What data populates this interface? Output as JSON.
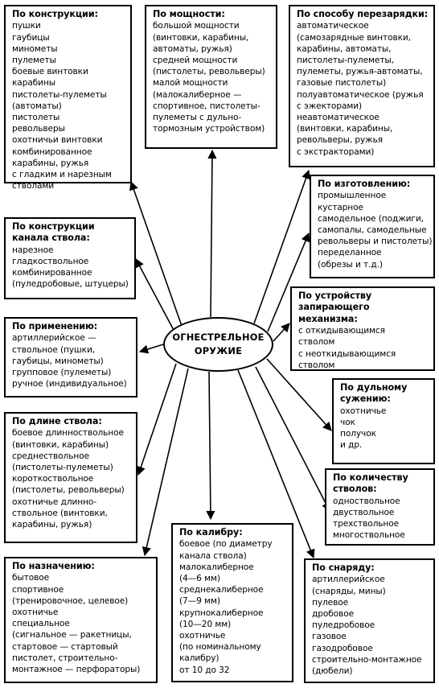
{
  "center": {
    "line1": "ОГНЕСТРЕЛЬНОЕ",
    "line2": "ОРУЖИЕ"
  },
  "boxes": {
    "construction": {
      "title": "По конструкции:",
      "items": [
        "пушки",
        "гаубицы",
        "минометы",
        "пулеметы",
        "боевые винтовки",
        "карабины",
        "пистолеты-пулеметы",
        "(автоматы)",
        "пистолеты",
        "револьверы",
        "охотничьи винтовки",
        "комбинированное",
        "карабины, ружья",
        "с гладким и нарезным",
        "стволами"
      ]
    },
    "power": {
      "title": "По мощности:",
      "items": [
        "большой мощности",
        "(винтовки, карабины,",
        "автоматы, ружья)",
        "средней мощности",
        "(пистолеты, револьверы)",
        "малой мощности",
        "(малокалиберное —",
        "спортивное, пистолеты-",
        "пулеметы с дульно-",
        "тормозным устройством)"
      ]
    },
    "reloading": {
      "title": "По способу перезарядки:",
      "items": [
        "автоматическое",
        "(самозарядные винтовки,",
        "карабины, автоматы,",
        "пистолеты-пулеметы,",
        "пулеметы, ружья-автоматы,",
        "газовые пистолеты)",
        "полуавтоматическое (ружья",
        "с эжекторами)",
        "неавтоматическое",
        "(винтовки, карабины,",
        "револьверы, ружья",
        "с экстракторами)"
      ]
    },
    "manufacture": {
      "title": "По изготовлению:",
      "items": [
        "промышленное",
        "кустарное",
        "самодельное (поджиги,",
        "самопалы, самодельные",
        "револьверы и пистолеты)",
        "переделанное",
        "(обрезы и т.д.)"
      ]
    },
    "barrel_channel": {
      "title": "По конструкции канала ствола:",
      "title_lines": [
        "По конструкции",
        "канала ствола:"
      ],
      "items": [
        "нарезное",
        "гладкоствольное",
        "комбинированное",
        "(пуледробовые, штуцеры)"
      ]
    },
    "locking": {
      "title": "По устройству запирающего механизма:",
      "title_lines": [
        "По устройству",
        "запирающего механизма:"
      ],
      "items": [
        "с откидывающимся",
        "стволом",
        "с неоткидывающимся",
        "стволом"
      ]
    },
    "application": {
      "title": "По применению:",
      "items": [
        "артиллерийское —",
        "ствольное (пушки,",
        "гаубицы, минометы)",
        "групповое (пулеметы)",
        "ручное (индивидуальное)"
      ]
    },
    "choke": {
      "title": "По дульному сужению:",
      "title_lines": [
        "По дульному",
        "сужению:"
      ],
      "items": [
        "охотничье",
        "чок",
        "получок",
        "и др."
      ]
    },
    "barrel_length": {
      "title": "По длине ствола:",
      "items": [
        "боевое длинноствольное",
        "(винтовки, карабины)",
        "среднествольное",
        "(пистолеты-пулеметы)",
        "короткоствольное",
        "(пистолеты, револьверы)",
        "охотничье длинно-",
        "ствольное (винтовки,",
        "карабины, ружья)"
      ]
    },
    "barrels_count": {
      "title": "По количеству стволов:",
      "title_lines": [
        "По количеству",
        "стволов:"
      ],
      "items": [
        "одноствольное",
        "двуствольное",
        "трехствольное",
        "многоствольное"
      ]
    },
    "purpose": {
      "title": "По назначению:",
      "items": [
        "бытовое",
        "спортивное",
        "(тренировочное, целевое)",
        "охотничье",
        "специальное",
        "(сигнальное — ракетницы,",
        "стартовое — стартовый",
        "пистолет, строительно-",
        "монтажное — перфораторы)"
      ]
    },
    "caliber": {
      "title": "По калибру:",
      "items": [
        "боевое (по диаметру",
        "канала ствола)",
        "малокалиберное",
        "(4—6 мм)",
        "среднекалиберное",
        "(7—9 мм)",
        "крупнокалиберное",
        "(10—20 мм)",
        "охотничье",
        "(по номинальному",
        "калибру)",
        "от 10 до 32"
      ]
    },
    "projectile": {
      "title": "По снаряду:",
      "items": [
        "артиллерийское",
        "(снаряды, мины)",
        "пулевое",
        "дробовое",
        "пуледробовое",
        "газовое",
        "газодробовое",
        "строительно-монтажное",
        "(дюбели)"
      ]
    }
  }
}
